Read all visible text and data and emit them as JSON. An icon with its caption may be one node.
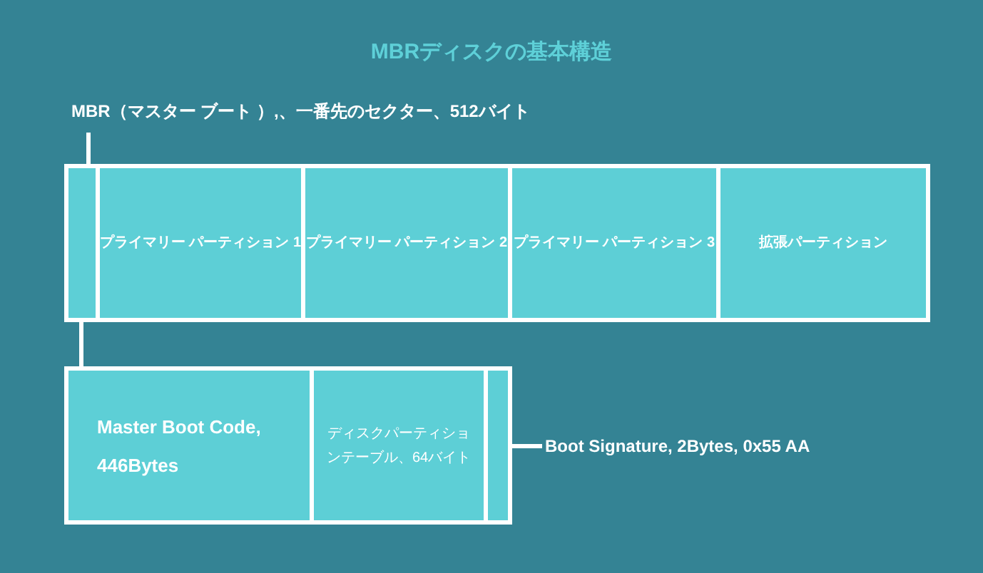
{
  "diagram": {
    "title": "MBRディスクの基本構造",
    "nodes": [
      {
        "text": [
          "MBR（マスター ブート ）,、一番先のセクター、512バイト"
        ]
      },
      {
        "text": [],
        "shape": "box"
      },
      {
        "text": [
          "プライマリー パーティション 1"
        ]
      },
      {
        "text": [
          "プライマリー パーティション 2"
        ]
      },
      {
        "text": [
          "プライマリー パーティション 3"
        ]
      },
      {
        "text": [
          "拡張パーティション"
        ]
      },
      {
        "text": [
          "Master Boot Code, 446Bytes"
        ]
      },
      {
        "text": [
          "ディスクパーティションテーブル、64バイト"
        ]
      },
      {
        "text": [],
        "shape": "box"
      },
      {
        "text": [
          "Boot Signature, 2Bytes, 0x55 AA"
        ]
      }
    ],
    "edges": [
      {
        "from": 0,
        "to": 1,
        "arrow": "none"
      },
      {
        "from": 1,
        "to": 6,
        "arrow": "none"
      },
      {
        "from": 9,
        "to": 8,
        "arrow": "none"
      }
    ]
  }
}
